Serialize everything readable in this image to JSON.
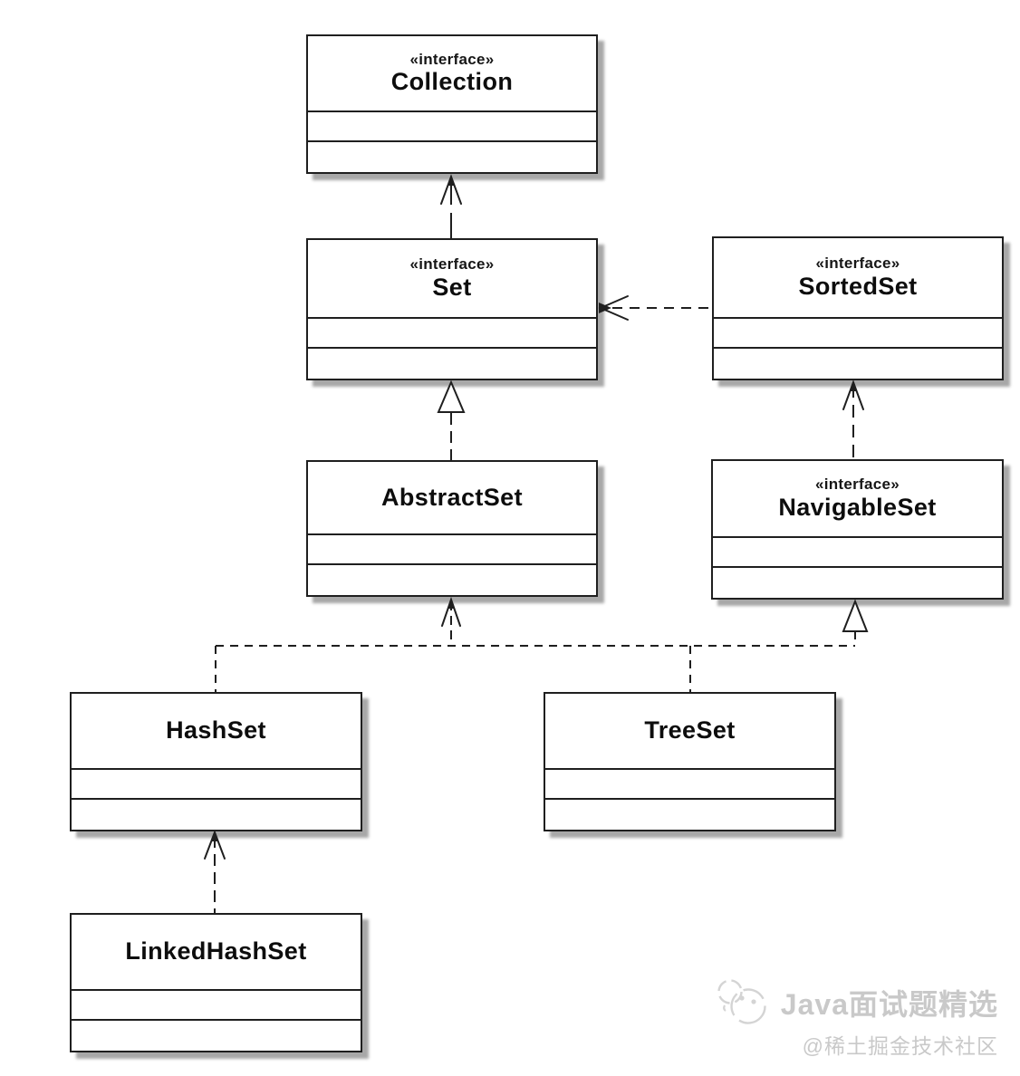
{
  "nodes": {
    "collection": {
      "stereotype": "«interface»",
      "name": "Collection"
    },
    "set": {
      "stereotype": "«interface»",
      "name": "Set"
    },
    "sortedset": {
      "stereotype": "«interface»",
      "name": "SortedSet"
    },
    "abstractset": {
      "stereotype": "",
      "name": "AbstractSet"
    },
    "navigableset": {
      "stereotype": "«interface»",
      "name": "NavigableSet"
    },
    "hashset": {
      "stereotype": "",
      "name": "HashSet"
    },
    "treeset": {
      "stereotype": "",
      "name": "TreeSet"
    },
    "linkedhashset": {
      "stereotype": "",
      "name": "LinkedHashSet"
    }
  },
  "edges": [
    {
      "from": "Set",
      "to": "Collection",
      "line": "dashed",
      "arrowhead": "open-v"
    },
    {
      "from": "SortedSet",
      "to": "Set",
      "line": "dashed",
      "arrowhead": "open-v"
    },
    {
      "from": "AbstractSet",
      "to": "Set",
      "line": "dashed",
      "arrowhead": "hollow-triangle"
    },
    {
      "from": "NavigableSet",
      "to": "SortedSet",
      "line": "dashed",
      "arrowhead": "open-v"
    },
    {
      "from": "HashSet",
      "to": "AbstractSet",
      "line": "dashed",
      "arrowhead": "open-v"
    },
    {
      "from": "TreeSet",
      "to": "AbstractSet",
      "line": "dashed",
      "arrowhead": "open-v"
    },
    {
      "from": "TreeSet",
      "to": "NavigableSet",
      "line": "dashed",
      "arrowhead": "hollow-triangle"
    },
    {
      "from": "LinkedHashSet",
      "to": "HashSet",
      "line": "dashed",
      "arrowhead": "open-v"
    }
  ],
  "watermark": {
    "title": "Java面试题精选",
    "subtitle": "@稀土掘金技术社区"
  },
  "colors": {
    "line": "#1f1f1f",
    "box_fill": "#ffffff",
    "shadow": "#a8a8a8",
    "background": "#ffffff",
    "watermark_text": "#c9c9c9"
  }
}
